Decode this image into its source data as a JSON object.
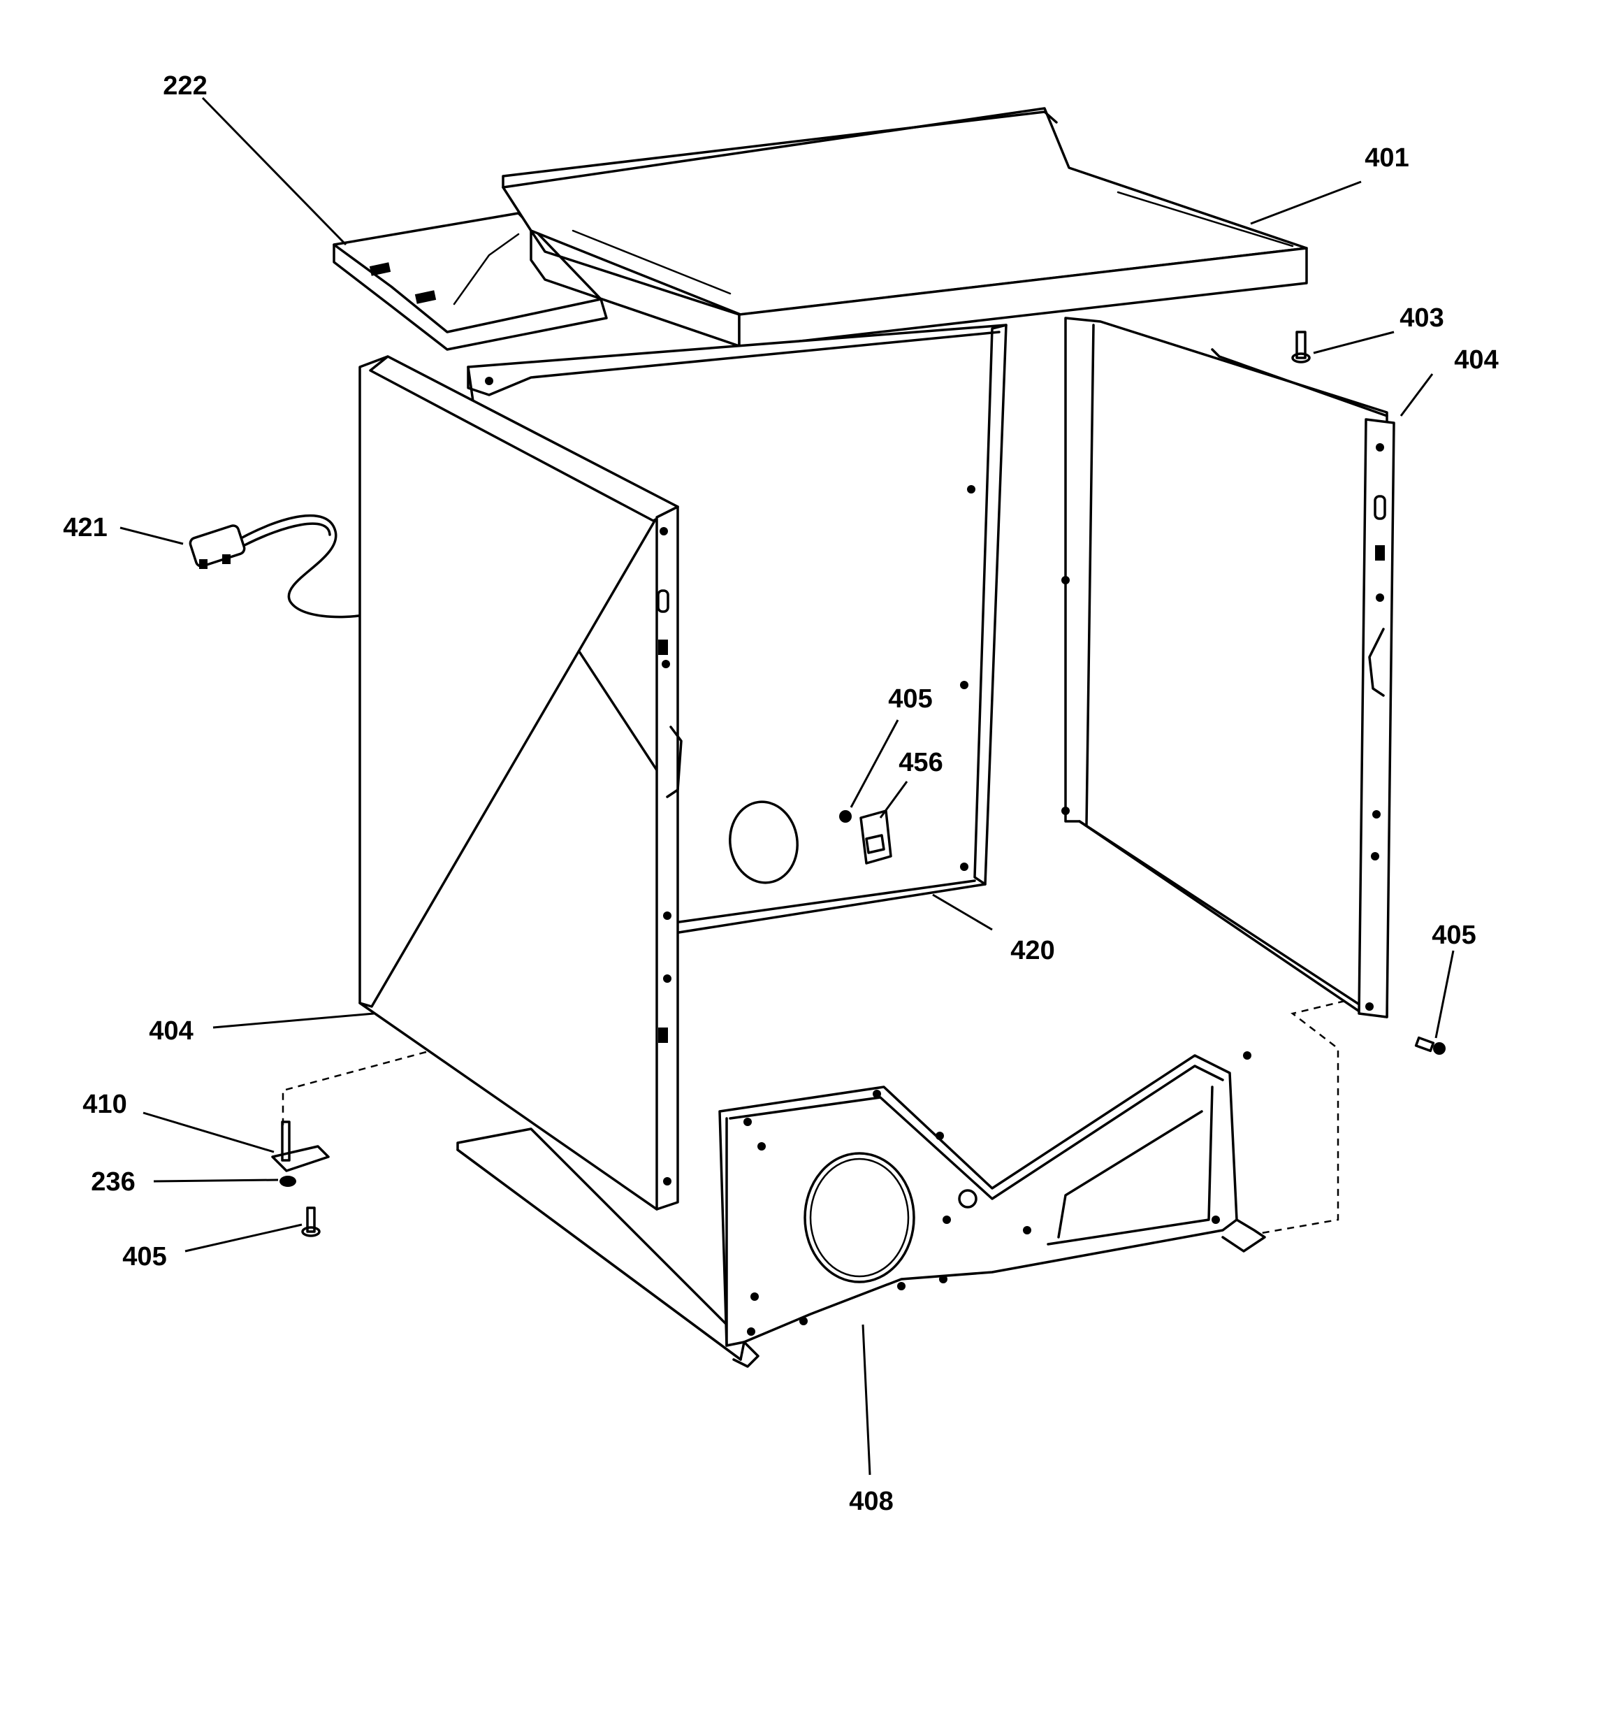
{
  "diagram": {
    "parts": [
      {
        "id": "p222",
        "label": "222",
        "icon": "top-rear-bracket"
      },
      {
        "id": "p401",
        "label": "401",
        "icon": "top-panel"
      },
      {
        "id": "p403",
        "label": "403",
        "icon": "screw"
      },
      {
        "id": "p404r",
        "label": "404",
        "icon": "right-side-panel"
      },
      {
        "id": "p421",
        "label": "421",
        "icon": "power-cord"
      },
      {
        "id": "p405a",
        "label": "405",
        "icon": "screw"
      },
      {
        "id": "p456",
        "label": "456",
        "icon": "clip"
      },
      {
        "id": "p420",
        "label": "420",
        "icon": "rear-panel"
      },
      {
        "id": "p405b",
        "label": "405",
        "icon": "screw"
      },
      {
        "id": "p404l",
        "label": "404",
        "icon": "left-side-panel"
      },
      {
        "id": "p410",
        "label": "410",
        "icon": "leveling-leg"
      },
      {
        "id": "p236",
        "label": "236",
        "icon": "nut"
      },
      {
        "id": "p405c",
        "label": "405",
        "icon": "screw"
      },
      {
        "id": "p408",
        "label": "408",
        "icon": "base-frame"
      }
    ]
  }
}
